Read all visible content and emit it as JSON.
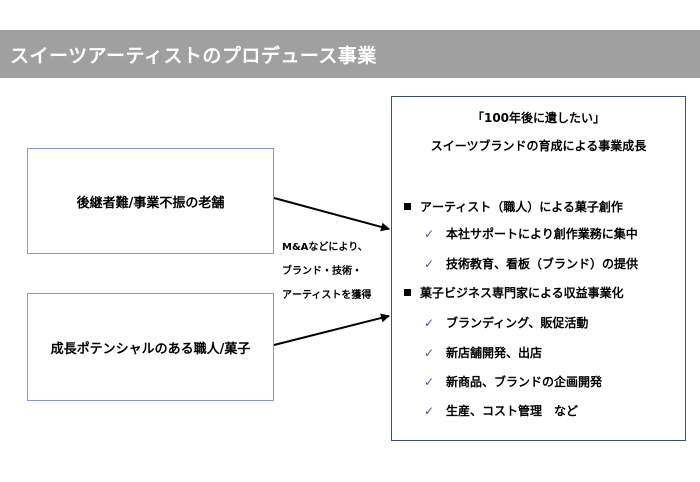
{
  "title": "スイーツアーティストのプロデュース事業",
  "left_boxes": {
    "top": "後継者難/事業不振の老舗",
    "bottom": "成長ポテンシャルのある職人/菓子"
  },
  "middle_label": {
    "line1": "M&Aなどにより、",
    "line2": "ブランド・技術・",
    "line3": "アーティストを獲得"
  },
  "right_box": {
    "heading_line1": "「100年後に遺したい」",
    "heading_line2": "スイーツブランドの育成による事業成長",
    "items": [
      {
        "label": "アーティスト（職人）による菓子創作",
        "subitems": [
          "本社サポートにより創作業務に集中",
          "技術教育、看板（ブランド）の提供"
        ]
      },
      {
        "label": "菓子ビジネス専門家による収益事業化",
        "subitems": [
          "ブランディング、販促活動",
          "新店舗開発、出店",
          "新商品、ブランドの企画開発",
          "生産、コスト管理　など"
        ]
      }
    ]
  },
  "colors": {
    "title_bar": "#a0a0a0",
    "left_box_border": "#8c96c8",
    "right_box_border": "#3c4f6e"
  },
  "icons": {
    "bullet": "square-bullet-icon",
    "check": "checkmark-icon",
    "arrow": "arrow-icon"
  }
}
